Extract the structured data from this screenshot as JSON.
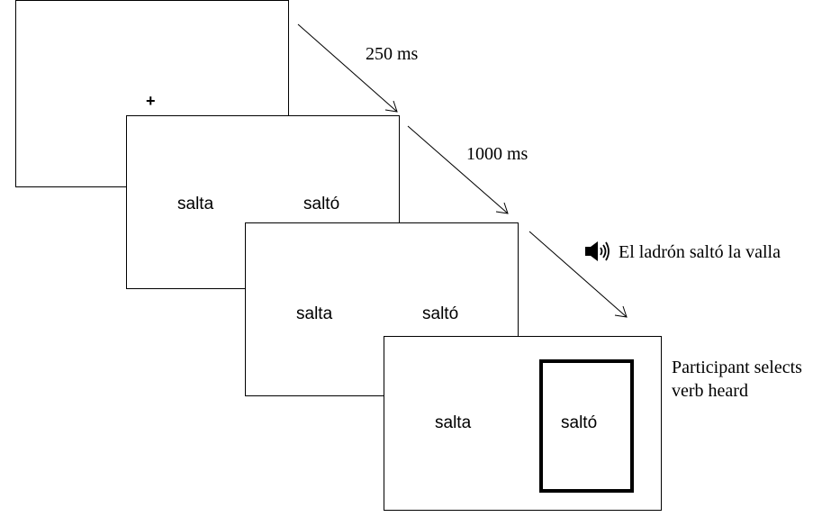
{
  "screens": [
    {
      "fixation": "+"
    },
    {
      "left_word": "salta",
      "right_word": "saltó"
    },
    {
      "left_word": "salta",
      "right_word": "saltó"
    },
    {
      "left_word": "salta",
      "right_word": "saltó",
      "selected": "right"
    }
  ],
  "timings": [
    "250 ms",
    "1000 ms"
  ],
  "audio": {
    "icon": "speaker-icon",
    "sentence": "El ladrón saltó la valla"
  },
  "response_note": [
    "Participant selects",
    "verb heard"
  ]
}
